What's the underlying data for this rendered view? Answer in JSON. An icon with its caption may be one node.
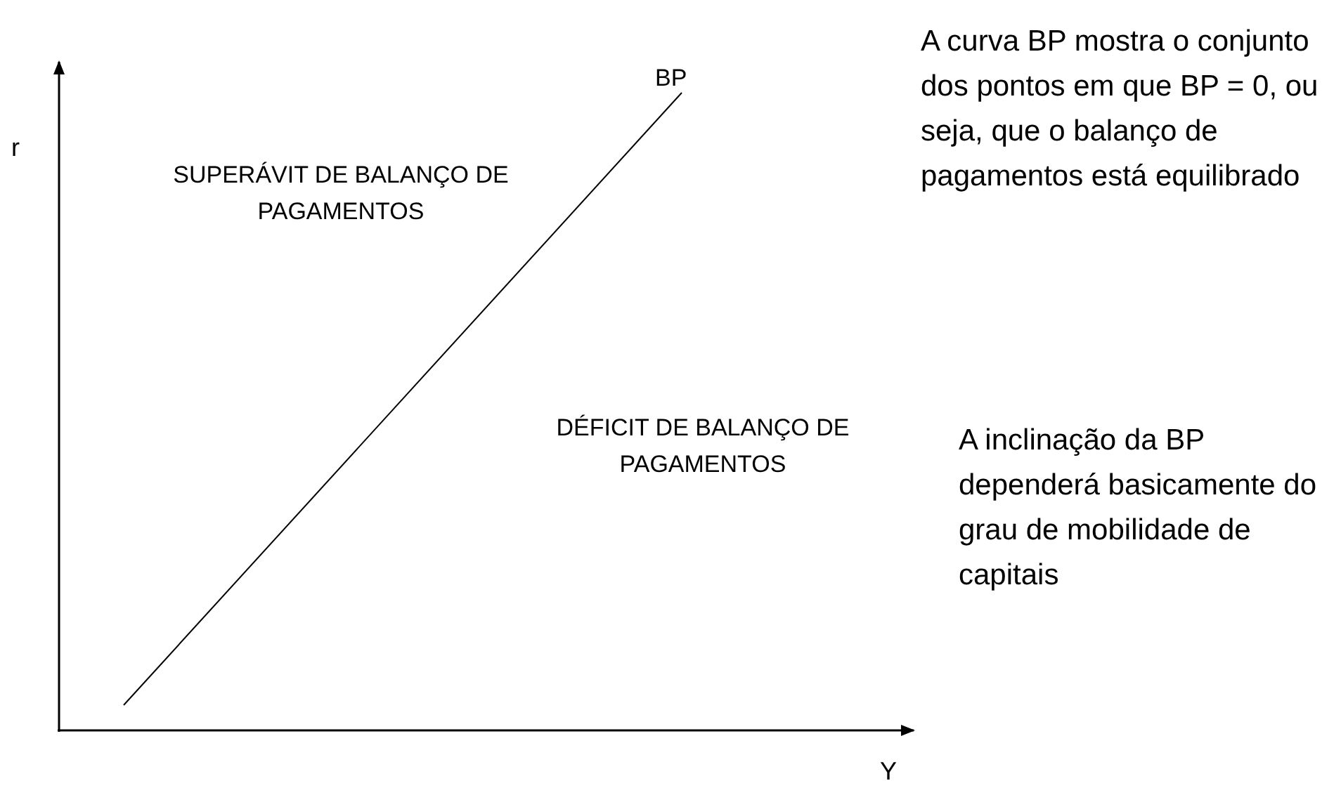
{
  "diagram": {
    "labels": [
      "r",
      "Y",
      "BP",
      "SUPERÁVIT DE BALANÇO DE PAGAMENTOS",
      "DÉFICIT DE BALANÇO DE PAGAMENTOS",
      "A curva BP mostra o conjunto dos pontos em que BP = 0, ou seja, que o balanço de pagamentos está equilibrado",
      "A inclinação da BP dependerá basicamente do grau de mobilidade de capitais"
    ]
  }
}
